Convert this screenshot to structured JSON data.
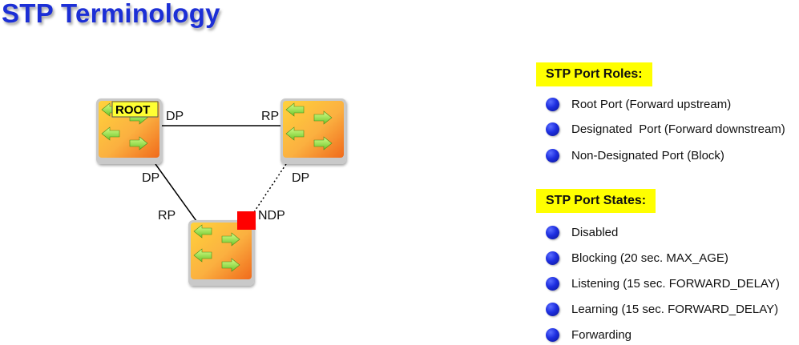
{
  "title": "STP Terminology",
  "diagram": {
    "root_label": "ROOT",
    "labels": {
      "root_to_right": "DP",
      "right_from_root": "RP",
      "root_to_bottom": "DP",
      "bottom_from_root": "RP",
      "right_to_bottom": "DP",
      "bottom_blocked": "NDP"
    },
    "blocked_port_color": "#ff0000"
  },
  "roles": {
    "heading": "STP Port Roles:",
    "items": [
      "Root Port (Forward upstream)",
      "Designated  Port (Forward downstream)",
      "Non-Designated Port (Block)"
    ]
  },
  "states": {
    "heading": "STP Port States:",
    "items": [
      "Disabled",
      "Blocking (20 sec. MAX_AGE)",
      "Listening (15 sec. FORWARD_DELAY)",
      "Learning (15 sec. FORWARD_DELAY)",
      "Forwarding"
    ]
  },
  "colors": {
    "title": "#1c2fd6",
    "legend_heading_bg": "#ffff00",
    "bullet": "#1d2ee0",
    "switch_orange": "#f7941d",
    "switch_yellow": "#ffd23c",
    "arrow_green": "#9be03c"
  }
}
